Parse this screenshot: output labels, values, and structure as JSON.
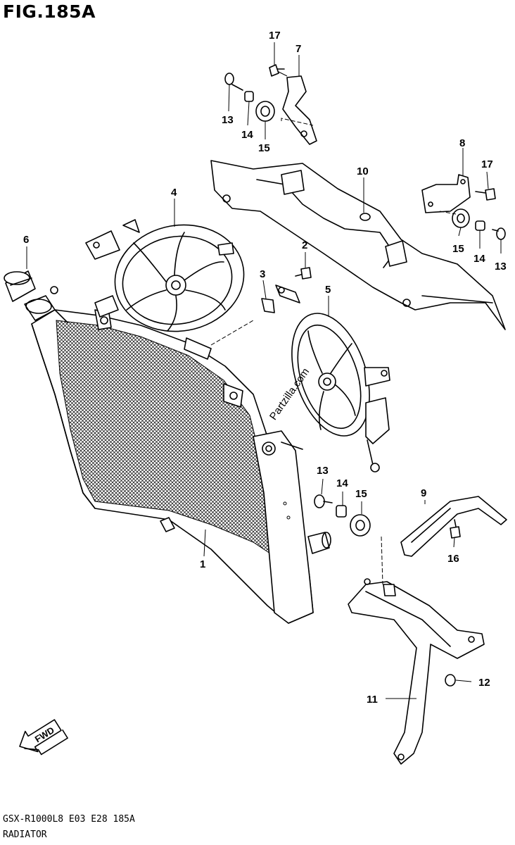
{
  "figure": {
    "title": "FIG.185A",
    "footer_code": "GSX-R1000L8  E03  E28  185A",
    "footer_name": "RADIATOR",
    "watermark": "Partzilla.com",
    "fwd_arrow": "FWD"
  },
  "callouts": [
    "17",
    "7",
    "13",
    "14",
    "15",
    "8",
    "17",
    "10",
    "4",
    "6",
    "2",
    "3",
    "5",
    "15",
    "14",
    "13",
    "1",
    "13",
    "14",
    "15",
    "9",
    "16",
    "12",
    "11"
  ]
}
